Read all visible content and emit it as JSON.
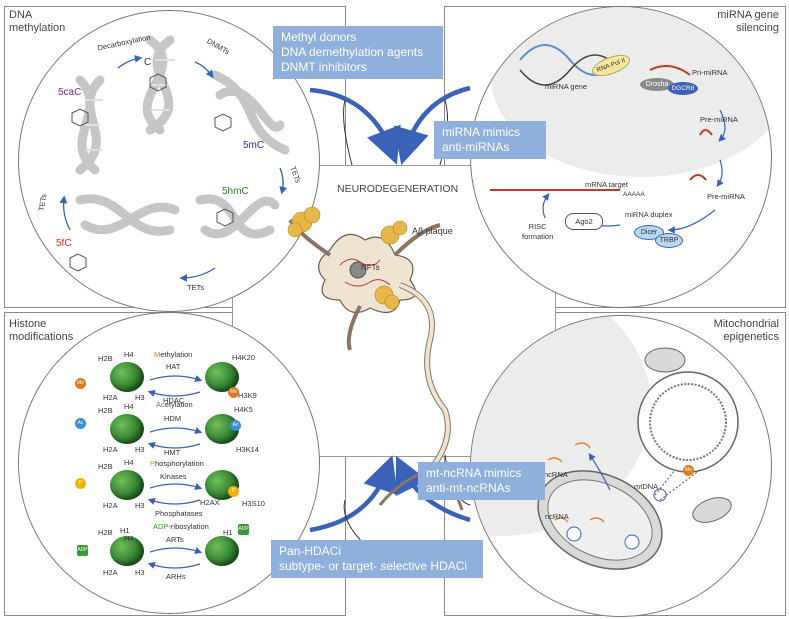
{
  "center": {
    "title": "NEURODEGENERATION",
    "plaque": "Aβ plaque",
    "nfts": "NFTs"
  },
  "dna_methylation": {
    "title_line1": "DNA",
    "title_line2": "methylation",
    "labels": {
      "c": "C",
      "5mc": "5mC",
      "5hmc": "5hmC",
      "5fc": "5fC",
      "5cac": "5caC"
    },
    "arrows": {
      "dnmts": "DNMTs",
      "tets1": "TETs",
      "tets2": "TETs",
      "tets3": "TETs",
      "decarboxylation": "Decarboxylation"
    },
    "colors": {
      "5mc": "#2a2a9a",
      "5hmc": "#2f7a2f",
      "5fc": "#d03030",
      "5cac": "#7a2a8a"
    }
  },
  "mirna": {
    "title_line1": "miRNA gene",
    "title_line2": "silencing",
    "labels": {
      "gene": "miRNA gene",
      "pol": "RNA Pol II",
      "drosha": "Drosha",
      "dgcr8": "DGCR8",
      "primirna": "Pri-miRNA",
      "premirna1": "Pre-miRNA",
      "premirna2": "Pre-miRNA",
      "target": "mRNA target",
      "polya": "AAAAA",
      "duplex": "miRNA duplex",
      "dicer": "Dicer",
      "trbp": "TRBP",
      "ago2": "Ago2",
      "risc1": "RISC",
      "risc2": "formation"
    }
  },
  "histone": {
    "title_line1": "Histone",
    "title_line2": "modifications",
    "rows": [
      {
        "mod_prefix": "M",
        "mod_rest": "ethylation",
        "mod_color": "#e07a20",
        "fwd": "HAT",
        "rev": "HDAC",
        "l_h2b": "H2B",
        "l_h4": "H4",
        "l_h2a": "H2A",
        "l_h3": "H3",
        "r1": "H4K20",
        "r2": "H3K9",
        "mark": "Me",
        "mark_color": "#e07a20"
      },
      {
        "mod_prefix": "Ac",
        "mod_rest": "etylation",
        "mod_color": "#3a7fd0",
        "fwd": "HDM",
        "rev": "HMT",
        "l_h2b": "H2B",
        "l_h4": "H4",
        "l_h2a": "H2A",
        "l_h3": "H3",
        "r1": "H4K5",
        "r2": "H3K14",
        "mark": "Ac",
        "mark_color": "#3a8fd8"
      },
      {
        "mod_prefix": "P",
        "mod_rest": "hosphorylation",
        "mod_color": "#d8a010",
        "fwd": "Kinases",
        "rev": "Phosphatases",
        "l_h2b": "H2B",
        "l_h4": "H4",
        "l_h2a": "H2A",
        "l_h3": "H3",
        "r1": "H2AX",
        "r2": "H3S10",
        "mark": "P",
        "mark_color": "#f0b400"
      },
      {
        "mod_prefix": "ADP",
        "mod_rest": "-ribosylation",
        "mod_color": "#3a9a3a",
        "fwd": "ARTs",
        "rev": "ARHs",
        "l_h2b": "H2B",
        "l_h4": "H4",
        "l_h2a": "H2A",
        "l_h3": "H3",
        "r1": "H1",
        "r2": "",
        "mark": "ADP",
        "mark_color": "#3a9a3a",
        "extra_h1": "H1"
      }
    ]
  },
  "mito": {
    "title_line1": "Mitochondrial",
    "title_line2": "epigenetics",
    "labels": {
      "ncrna1": "ncRNA",
      "ncrna2": "ncRNA",
      "mtdna": "mtDNA",
      "me": "Me"
    }
  },
  "therapies": {
    "top_left": [
      "Methyl donors",
      "DNA demethylation agents",
      "DNMT inhibitors"
    ],
    "top_right": [
      "miRNA mimics",
      "anti-miRNAs"
    ],
    "bottom_right": [
      "mt-ncRNA mimics",
      "anti-mt-ncRNAs"
    ],
    "bottom_left": [
      "Pan-HDACi",
      "subtype- or target- selective HDACi"
    ]
  },
  "colors": {
    "therapy_box": "#8fb0dd",
    "arrow": "#3a62b8",
    "helix": "#c8c8c8",
    "nucleosome": "#2f7f2f"
  }
}
